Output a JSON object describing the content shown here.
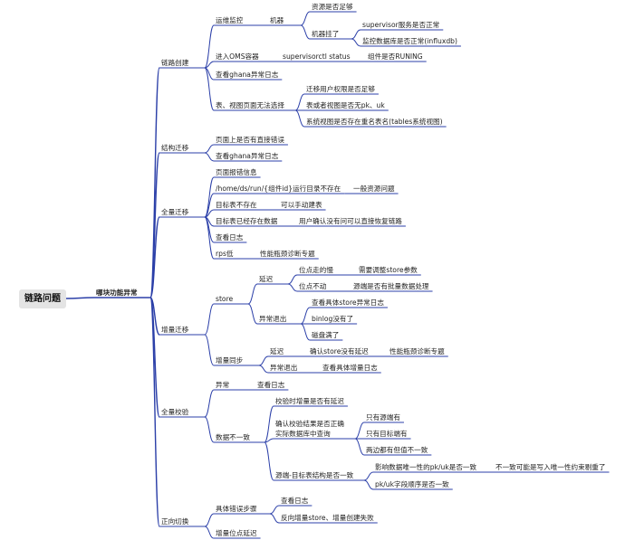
{
  "root": "链路问题",
  "branch": "哪块功能异常",
  "n1": "链路创建",
  "n1_1": "运维监控",
  "n1_1_1": "机器",
  "n1_1_1_1": "资源是否足够",
  "n1_1_1_2": "机器挂了",
  "n1_1_1_2_1": "supervisor服务是否正常",
  "n1_1_1_2_2": "监控数据库是否正常(influxdb)",
  "n1_2": "进入OMS容器",
  "n1_2_1": "supervisorctl status",
  "n1_2_1_1": "组件是否RUNING",
  "n1_3": "查看ghana异常日志",
  "n1_4": "表、视图页面无法选择",
  "n1_4_1": "迁移用户权限是否足够",
  "n1_4_2": "表或者视图是否无pk、uk",
  "n1_4_3": "系统视图是否存在重名表名(tables系统视图)",
  "n2": "结构迁移",
  "n2_1": "页面上是否有直接错误",
  "n2_2": "查看ghana异常日志",
  "n3": "全量迁移",
  "n3_1": "页面报错信息",
  "n3_2": "/home/ds/run/{组件id}运行目录不存在",
  "n3_2_1": "一般资源问题",
  "n3_3": "目标表不存在",
  "n3_3_1": "可以手动建表",
  "n3_4": "目标表已经存在数据",
  "n3_4_1": "用户确认没有问可以直接恢复链路",
  "n3_5": "查看日志",
  "n3_6": "rps低",
  "n3_6_1": "性能瓶颈诊断专题",
  "n4": "增量迁移",
  "n4_1": "store",
  "n4_1_1": "延迟",
  "n4_1_1_1": "位点走的慢",
  "n4_1_1_1_1": "需要调整store参数",
  "n4_1_1_2": "位点不动",
  "n4_1_1_2_1": "源端是否有批量数据处理",
  "n4_1_2": "异常退出",
  "n4_1_2_1": "查看具体store异常日志",
  "n4_1_2_2": "binlog没有了",
  "n4_1_2_3": "磁盘满了",
  "n4_2": "增量同步",
  "n4_2_1": "延迟",
  "n4_2_1_1": "确认store没有延迟",
  "n4_2_1_1_1": "性能瓶颈诊断专题",
  "n4_2_2": "异常退出",
  "n4_2_2_1": "查看具体增量日志",
  "n5": "全量校验",
  "n5_1": "异常",
  "n5_1_1": "查看日志",
  "n5_2": "数据不一致",
  "n5_2_1": "校验时增量是否有延迟",
  "n5_2_2": "确认校验结果是否正确",
  "n5_2_2b": "实际数据库中查询",
  "n5_2_2_1": "只有源端有",
  "n5_2_2_2": "只有目标端有",
  "n5_2_2_3": "两边都有但值不一致",
  "n5_2_3": "源端-目标表结构是否一致",
  "n5_2_3_1": "影响数据唯一性的pk/uk是否一致",
  "n5_2_3_1_1": "不一致可能是写入唯一性约束剔重了",
  "n5_2_3_2": "pk/uk字段顺序是否一致",
  "n6": "正向切换",
  "n6_1": "具体错误步骤",
  "n6_1_1": "查看日志",
  "n6_1_2": "反向增量store、增量创建失败",
  "n6_2": "增量位点延迟",
  "colors": {
    "line": "#2b3fa8",
    "root_bg": "#e4e4e4",
    "text": "#222222"
  }
}
